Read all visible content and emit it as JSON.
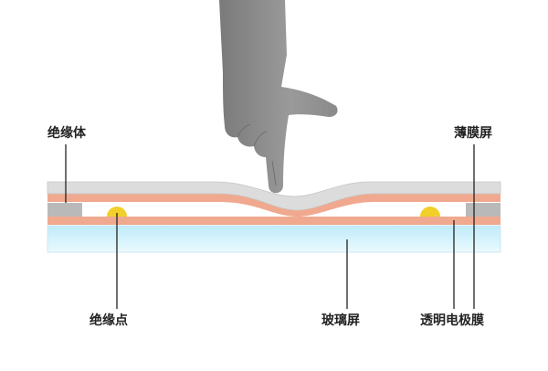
{
  "labels": {
    "insulator": "绝缘体",
    "film_screen": "薄膜屏",
    "insulation_dot": "绝缘点",
    "glass_screen": "玻璃屏",
    "transparent_electrode_film": "透明电极膜"
  },
  "colors": {
    "film_top": "#dcdcdc",
    "electrode": "#f0a98e",
    "insulator": "#b9b9b9",
    "dot": "#f2cf2a",
    "glass_top": "#bfeaf8",
    "glass_bottom": "#eafaff",
    "finger": "#8e8e8e",
    "leader": "#222222"
  },
  "icons": {
    "finger": "pointing-finger-icon"
  }
}
